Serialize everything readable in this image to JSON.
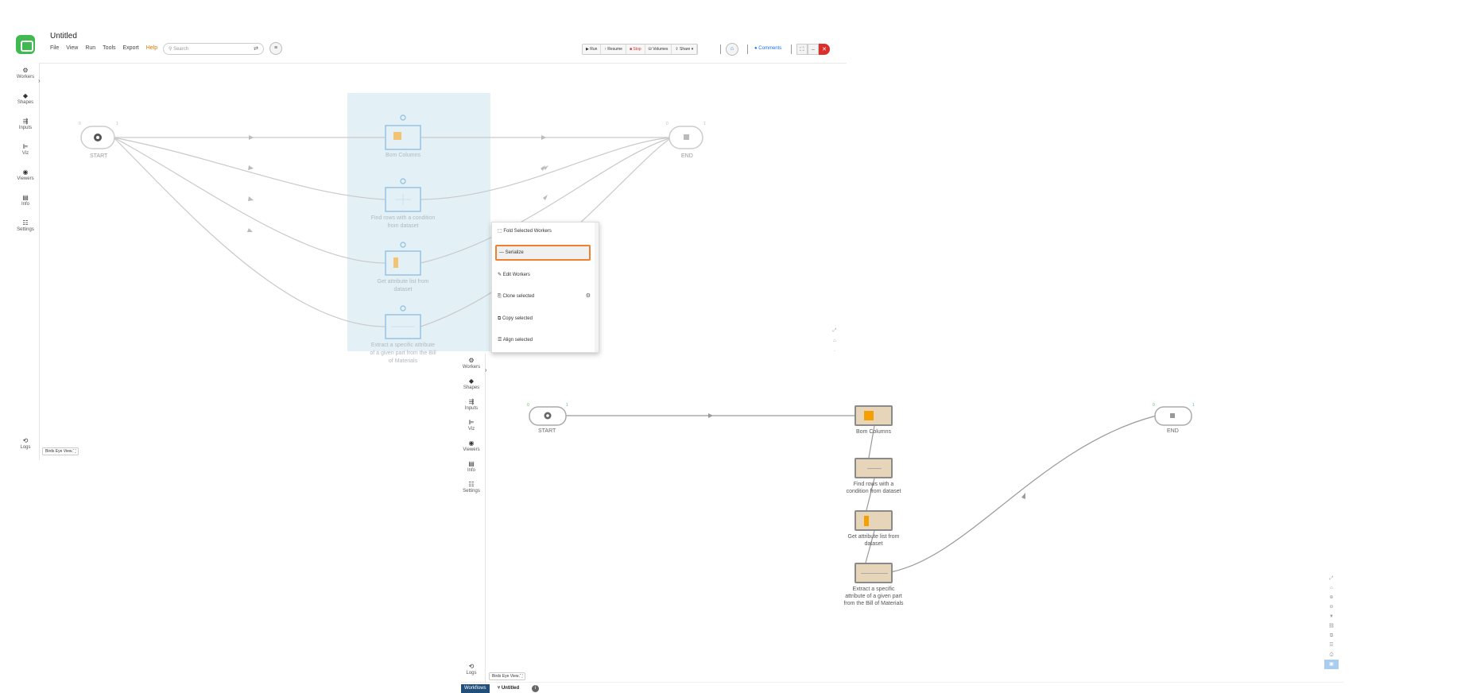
{
  "app": {
    "title": "Untitled"
  },
  "menu": [
    "File",
    "View",
    "Run",
    "Tools",
    "Export",
    "Help"
  ],
  "search": {
    "placeholder": "Search"
  },
  "toolbar": {
    "run": "▶ Run",
    "resume": "↑ Resume",
    "stop": "■ Stop",
    "volumes": "⛁ Volumes",
    "share": "⇪ Share ▾"
  },
  "comments": "Comments",
  "window_controls": {
    "restore": "⛶",
    "minimize": "–",
    "close": "✕"
  },
  "sidebar": [
    {
      "label": "Workers",
      "icon": "gear-icon",
      "glyph": "⚙"
    },
    {
      "label": "Shapes",
      "icon": "diamond-icon",
      "glyph": "◆"
    },
    {
      "label": "Inputs",
      "icon": "inputs-icon",
      "glyph": "⇶"
    },
    {
      "label": "Viz",
      "icon": "chart-icon",
      "glyph": "⊫"
    },
    {
      "label": "Viewers",
      "icon": "eye-icon",
      "glyph": "◉"
    },
    {
      "label": "Info",
      "icon": "info-icon",
      "glyph": "▤"
    },
    {
      "label": "Settings",
      "icon": "settings-icon",
      "glyph": "☷"
    }
  ],
  "logs": "Logs",
  "birds_eye": "Birds Eye View ⛶",
  "top_canvas": {
    "start": "START",
    "end": "END",
    "nodes": [
      {
        "label": "Bom Columns"
      },
      {
        "label": "Find rows with a condition from dataset"
      },
      {
        "label": "Get attribute list from dataset"
      },
      {
        "label": "Extract a specific attribute of a given part from the Bill of Materials"
      }
    ]
  },
  "context_menu": {
    "items": [
      {
        "label": "⬚ Fold Selected Workers"
      },
      {
        "label": "— Serialize"
      },
      {
        "label": "✎ Edit Workers"
      },
      {
        "label": "⎘ Clone selected"
      },
      {
        "label": "⧉ Copy selected"
      },
      {
        "label": "☰ Align selected"
      }
    ],
    "gear": "⚙"
  },
  "bottom_canvas": {
    "start": "START",
    "end": "END",
    "nodes": [
      {
        "label": "Bom Columns"
      },
      {
        "label": "Find rows with a condition from dataset"
      },
      {
        "label": "Get attribute list from dataset"
      },
      {
        "label": "Extract a specific attribute of a given part from the Bill of Materials"
      }
    ]
  },
  "status_bar": {
    "workflows": "Workflows",
    "untitled_tab": "⑂ Untitled",
    "info": "i"
  },
  "colors": {
    "accent_orange": "#f07f2f",
    "node_fill": "#e6d5b8",
    "brand_green": "#3fb950",
    "close_red": "#d9302c"
  }
}
